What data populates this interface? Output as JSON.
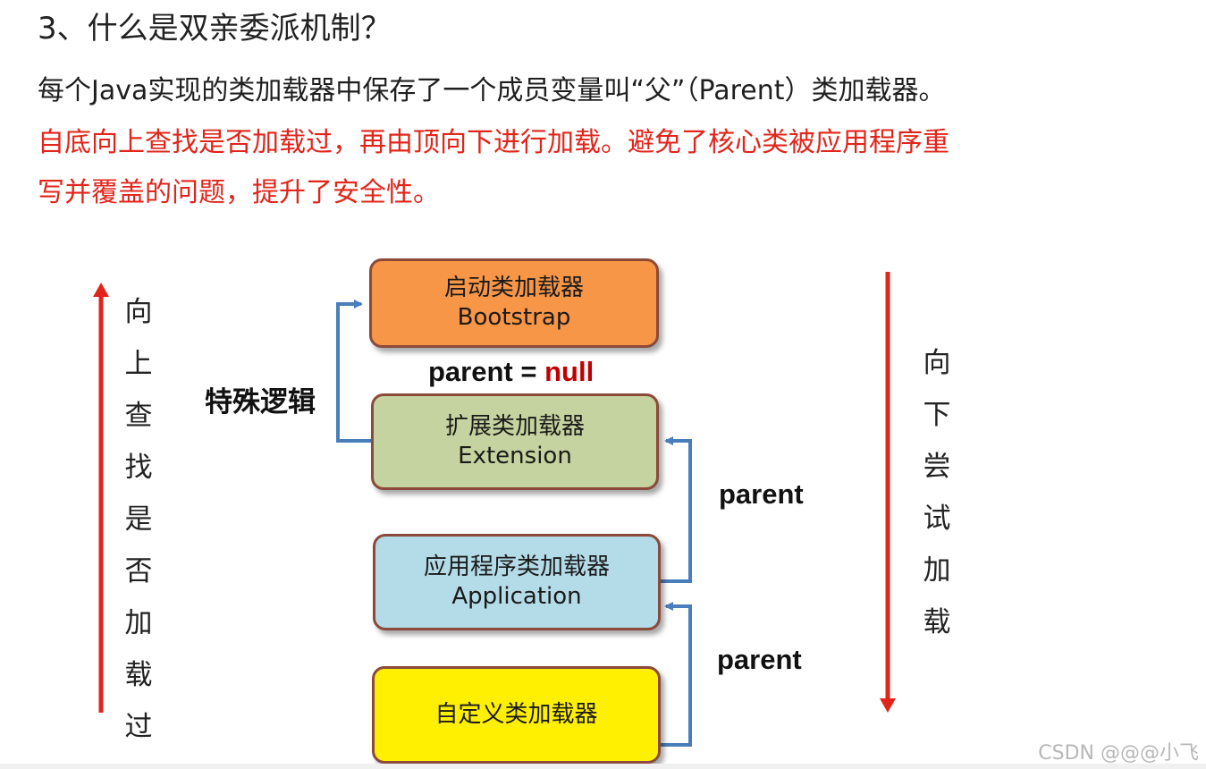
{
  "heading": "3、什么是双亲委派机制？",
  "paragraph": {
    "line1": "每个Java实现的类加载器中保存了一个成员变量叫“父”（Parent）类加载器。",
    "line2": "自底向上查找是否加载过，再由顶向下进行加载。避免了核心类被应用程序重",
    "line3": "写并覆盖的问题，提升了安全性。"
  },
  "diagram": {
    "boxes": {
      "bootstrap": {
        "name": "启动类加载器",
        "english": "Bootstrap"
      },
      "extension": {
        "name": "扩展类加载器",
        "english": "Extension"
      },
      "application": {
        "name": "应用程序类加载器",
        "english": "Application"
      },
      "custom": {
        "name": "自定义类加载器"
      }
    },
    "parent_null": {
      "label": "parent",
      "eq": "=",
      "value": "null"
    },
    "special_logic": "特殊逻辑",
    "parent_label_1": "parent",
    "parent_label_2": "parent",
    "left_vertical": [
      "向",
      "上",
      "查",
      "找",
      "是",
      "否",
      "加",
      "载",
      "过"
    ],
    "right_vertical": [
      "向",
      "下",
      "尝",
      "试",
      "加",
      "载"
    ]
  },
  "colors": {
    "accent_red": "#e1251b",
    "arrow_blue": "#4a7ebb",
    "bootstrap": "#f79646",
    "extension": "#c4d39f",
    "application": "#b4dbe8",
    "custom": "#ffef00"
  },
  "watermark": "CSDN @@@小飞"
}
